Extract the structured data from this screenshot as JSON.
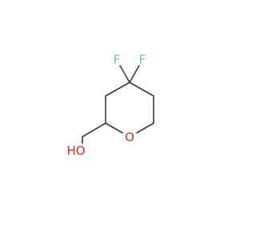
{
  "molecule": {
    "atoms": {
      "fluorine_1": "F",
      "fluorine_2": "F",
      "ring_oxygen": "O",
      "hydroxyl": "HO"
    },
    "colors": {
      "bond": "#3a3a3a",
      "fluorine": "#7fb6cb",
      "oxygen": "#e8251e"
    }
  }
}
